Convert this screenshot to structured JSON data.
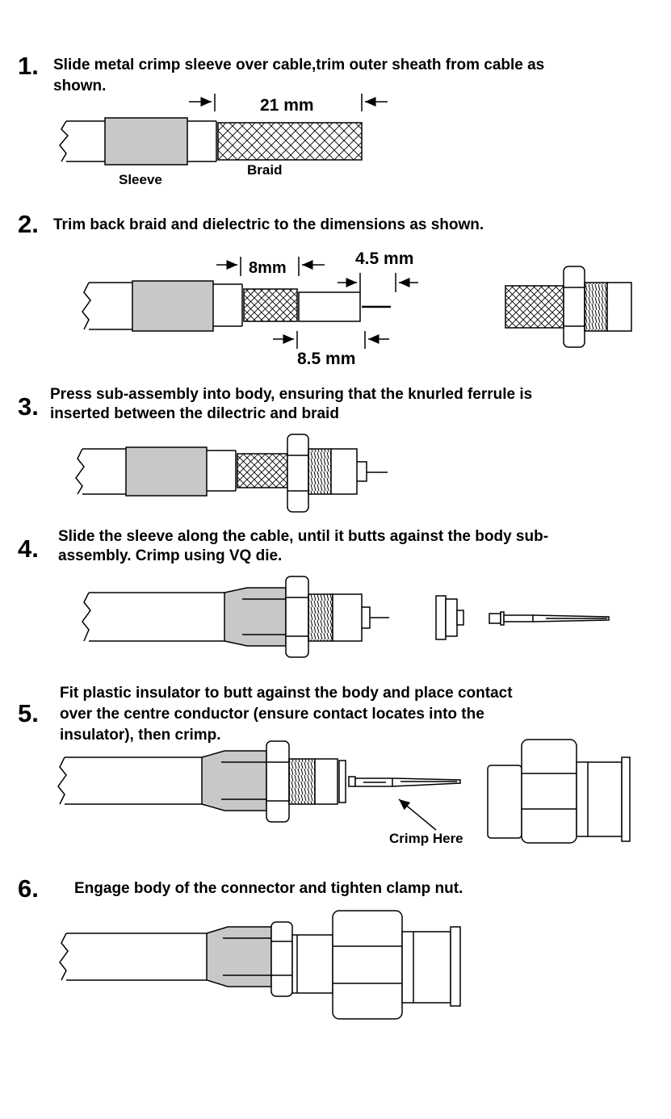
{
  "steps": [
    {
      "number": "1.",
      "lines": [
        "Slide metal crimp sleeve over cable,trim outer sheath from cable as",
        "shown."
      ]
    },
    {
      "number": "2.",
      "lines": [
        "Trim back braid and dielectric to the dimensions as shown."
      ]
    },
    {
      "number": "3.",
      "lines": [
        "Press sub-assembly into body, ensuring that the knurled ferrule is",
        "inserted between the dilectric and braid"
      ]
    },
    {
      "number": "4.",
      "lines": [
        "Slide the sleeve along the cable, until it butts against the body sub-",
        "assembly. Crimp using VQ die."
      ]
    },
    {
      "number": "5.",
      "lines": [
        "Fit plastic insulator to butt against the body and place contact",
        "over the centre conductor (ensure contact locates into the",
        "insulator), then crimp."
      ]
    },
    {
      "number": "6.",
      "lines": [
        "Engage body of the connector and tighten clamp nut."
      ]
    }
  ],
  "labels": {
    "dim_21mm": "21 mm",
    "sleeve": "Sleeve",
    "braid": "Braid",
    "dim_8mm": "8mm",
    "dim_4_5mm": "4.5 mm",
    "dim_8_5mm": "8.5 mm",
    "crimp_here": "Crimp Here"
  },
  "colors": {
    "sleeve_fill": "#c8c8c8",
    "line": "#000000",
    "background": "#ffffff"
  }
}
